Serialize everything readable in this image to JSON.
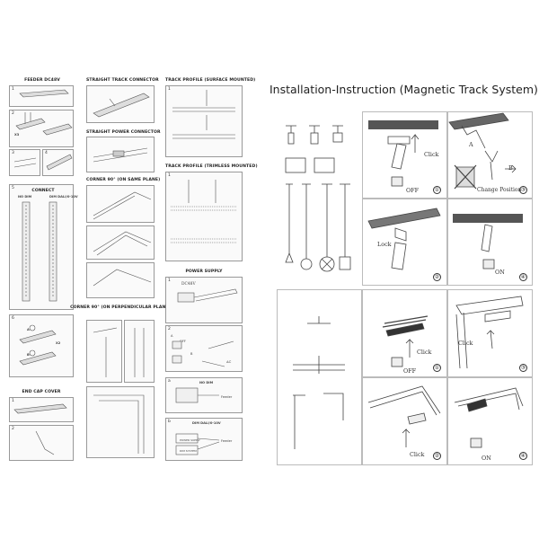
{
  "left_sheet": {
    "sections": {
      "feeder": "FEEDER DC48V",
      "straight_track": "STRAIGHT TRACK CONNECTOR",
      "straight_power": "STRAIGHT POWER CONNECTOR",
      "corner_same": "CORNER 90° (ON SAME PLANE)",
      "track_profile_surface": "TRACK PROFILE (SURFACE MOUNTED)",
      "track_profile_trimless": "TRACK PROFILE (TRIMLESS MOUNTED)",
      "power_supply": "POWER SUPPLY",
      "corner_perp": "CORNER 90° (ON PERPENDICULAR PLANE)",
      "end_cap": "END CAP COVER",
      "connect": "CONNECT",
      "no_dim": "NO DIM",
      "dim_dali": "DIM DALI/0-10V"
    },
    "labels": {
      "x3": "X3",
      "x2": "X2",
      "dc48v": "DC48V",
      "ac": "AC",
      "off": "OFF",
      "a": "A",
      "b": "B",
      "feeder": "Feeder",
      "power_supply_box": "POWER SUPPLY",
      "dim_system": "DIM SYSTEM"
    }
  },
  "right_sheet": {
    "title": "Installation-Instruction (Magnetic Track System)",
    "top_group": {
      "click": "Click",
      "off": "OFF",
      "a": "A",
      "b": "B",
      "change_position": "Change Position",
      "lock": "Lock",
      "on": "ON",
      "steps": [
        "①",
        "②",
        "③",
        "④"
      ]
    },
    "bottom_group": {
      "click": "Click",
      "off": "OFF",
      "on": "ON",
      "steps": [
        "①",
        "②",
        "③",
        "④"
      ]
    }
  }
}
